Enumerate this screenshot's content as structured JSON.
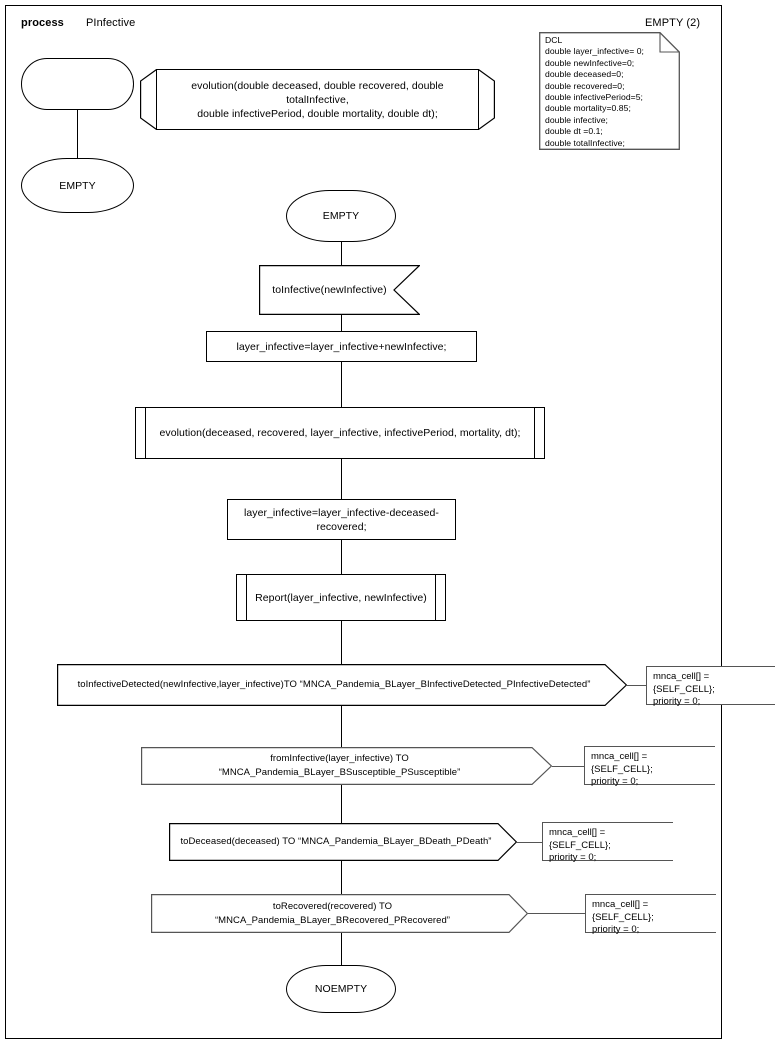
{
  "page": {
    "keyword": "process",
    "name": "PInfective",
    "page_label": "EMPTY (2)"
  },
  "declaration": {
    "title": "DCL",
    "lines": [
      "double layer_infective= 0;",
      "double newInfective=0;",
      "double deceased=0;",
      "double recovered=0;",
      "double infectivePeriod=5;",
      "double mortality=0.85;",
      "double infective;",
      "double dt =0.1;",
      "double totalInfective;"
    ],
    "text": "DCL\ndouble layer_infective= 0;\ndouble newInfective=0;\ndouble deceased=0;\ndouble recovered=0;\ndouble infectivePeriod=5;\ndouble mortality=0.85;\ndouble infective;\ndouble dt =0.1;\ndouble totalInfective;"
  },
  "procedure_decl": {
    "text": "evolution(double deceased, double recovered, double totalInfective,\ndouble infectivePeriod, double mortality, double dt);"
  },
  "init": {
    "start_label": "",
    "state_label": "EMPTY"
  },
  "flow": {
    "state_empty": "EMPTY",
    "input_toinfective": "toInfective(newInfective)",
    "task_add": "layer_infective=layer_infective+newInfective;",
    "call_evolution": "evolution(deceased, recovered, layer_infective, infectivePeriod, mortality, dt);",
    "task_subtract": "layer_infective=layer_infective-deceased-recovered;",
    "call_report": "Report(layer_infective, newInfective)",
    "state_noempty": "NOEMPTY"
  },
  "outputs": [
    {
      "label": "toInfectiveDetected(newInfective,layer_infective)TO “MNCA_Pandemia_BLayer_BInfectiveDetected_PInfectiveDetected”",
      "comment": "mnca_cell[] = {SELF_CELL};\npriority = 0;"
    },
    {
      "label": "fromInfective(layer_infective) TO “MNCA_Pandemia_BLayer_BSusceptible_PSusceptible”",
      "comment": "mnca_cell[] = {SELF_CELL};\npriority = 0;"
    },
    {
      "label": "toDeceased(deceased) TO “MNCA_Pandemia_BLayer_BDeath_PDeath”",
      "comment": "mnca_cell[] = {SELF_CELL};\npriority = 0;"
    },
    {
      "label": "toRecovered(recovered) TO “MNCA_Pandemia_BLayer_BRecovered_PRecovered”",
      "comment": "mnca_cell[] = {SELF_CELL};\npriority = 0;"
    }
  ],
  "colors": {
    "stroke": "#000000",
    "comment_stroke": "#555555",
    "background": "#ffffff"
  }
}
